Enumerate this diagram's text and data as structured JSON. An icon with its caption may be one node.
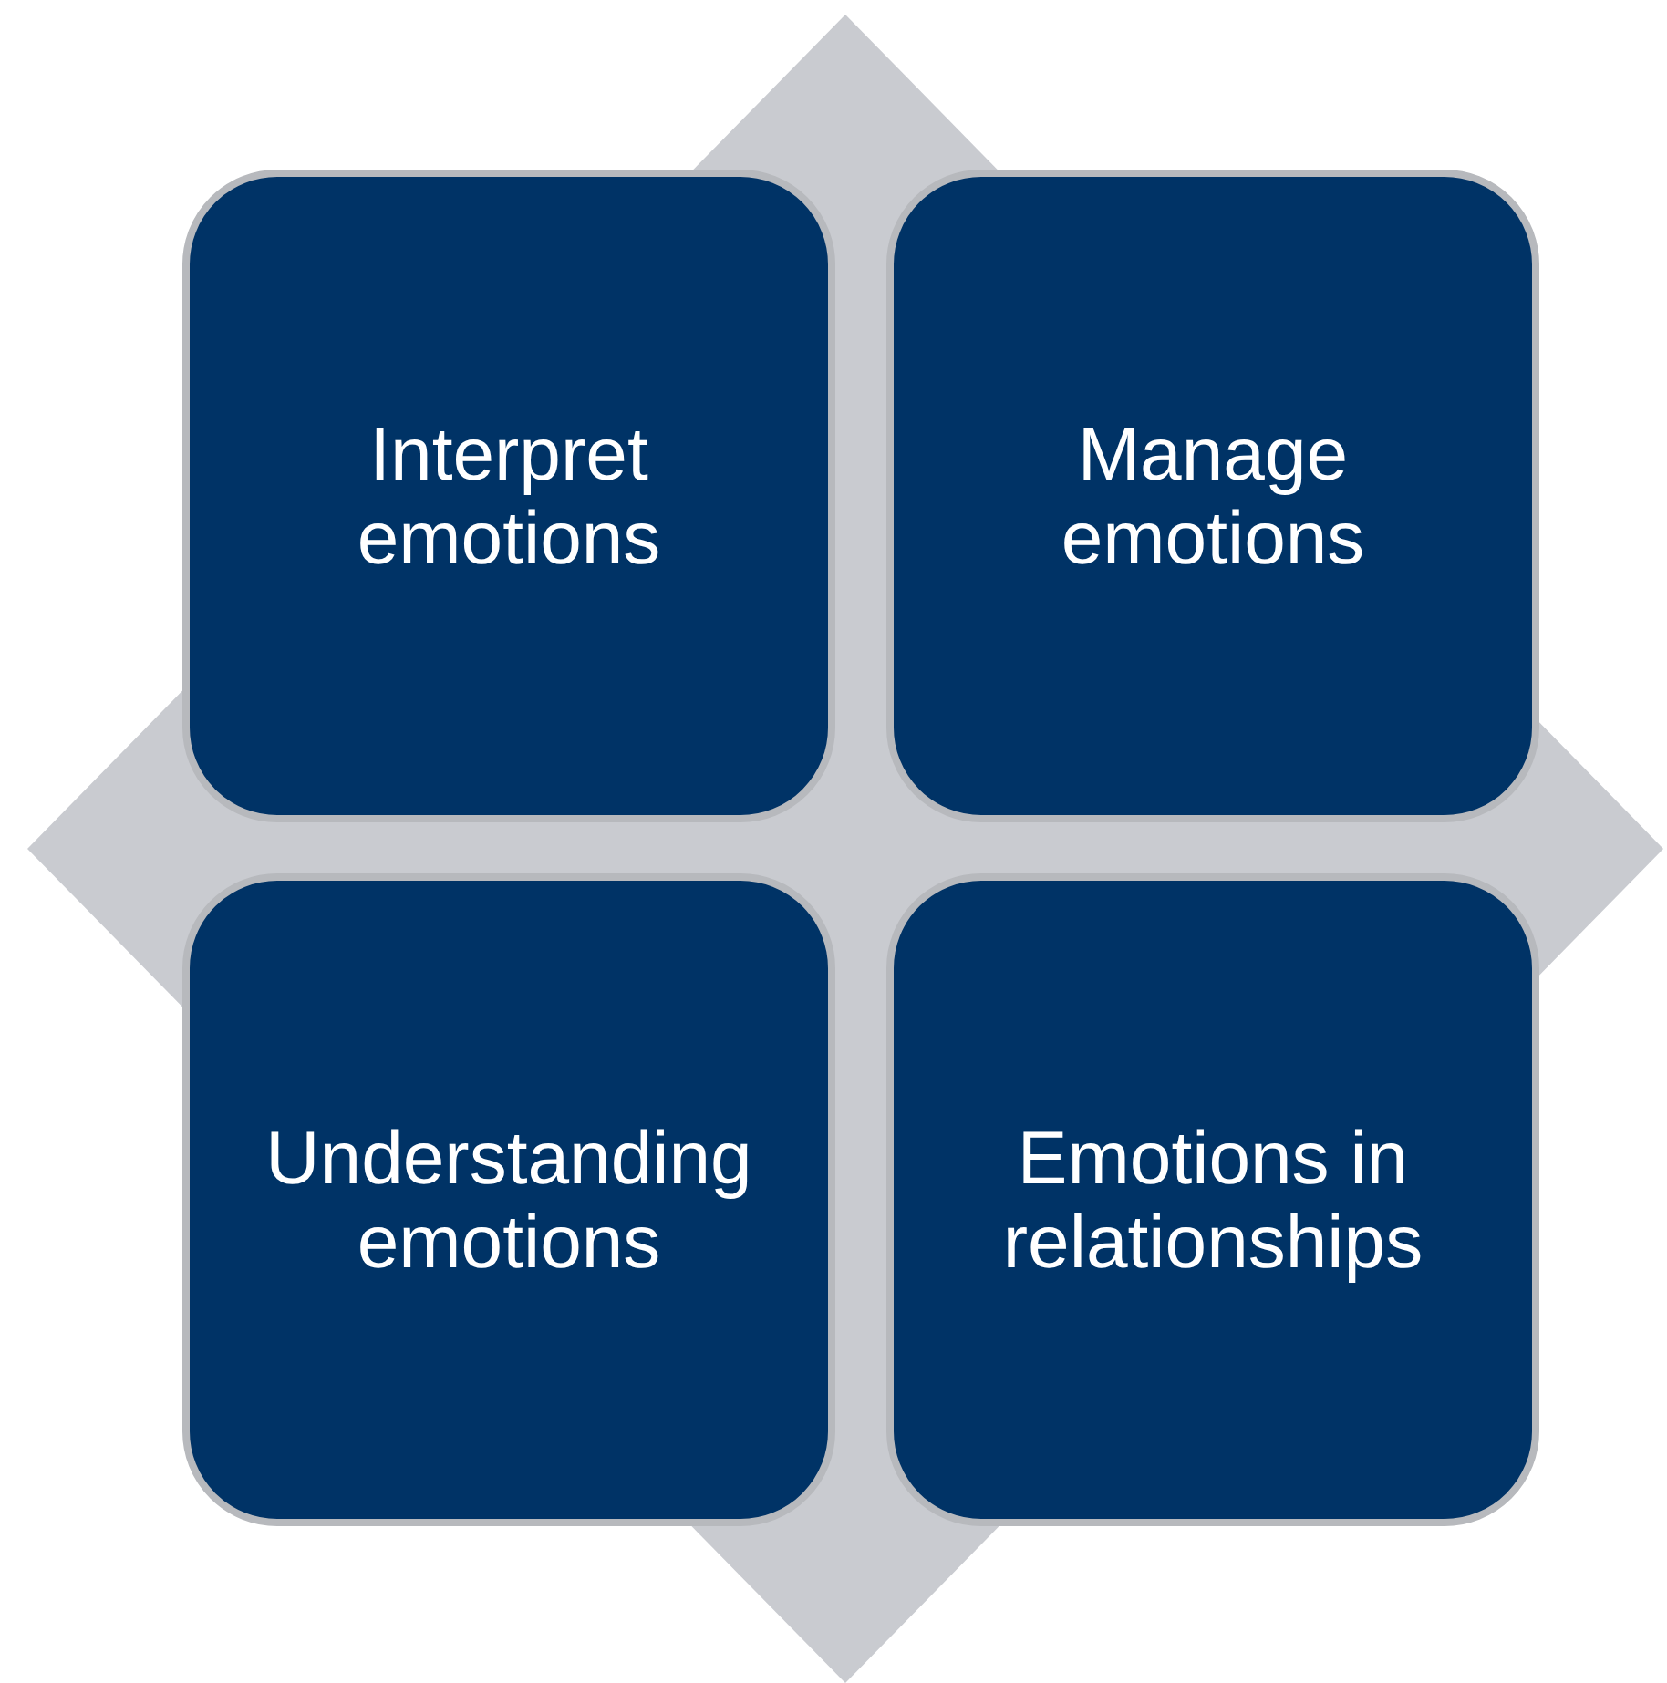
{
  "diagram": {
    "nodes": [
      {
        "text": [],
        "shape": "diamond"
      },
      {
        "text": [
          "Interpret emotions"
        ],
        "in": 0
      },
      {
        "text": [
          "Manage emotions"
        ],
        "in": 0
      },
      {
        "text": [
          "Understanding emotions"
        ],
        "in": 0
      },
      {
        "text": [
          "Emotions in relationships"
        ],
        "in": 0
      }
    ]
  }
}
